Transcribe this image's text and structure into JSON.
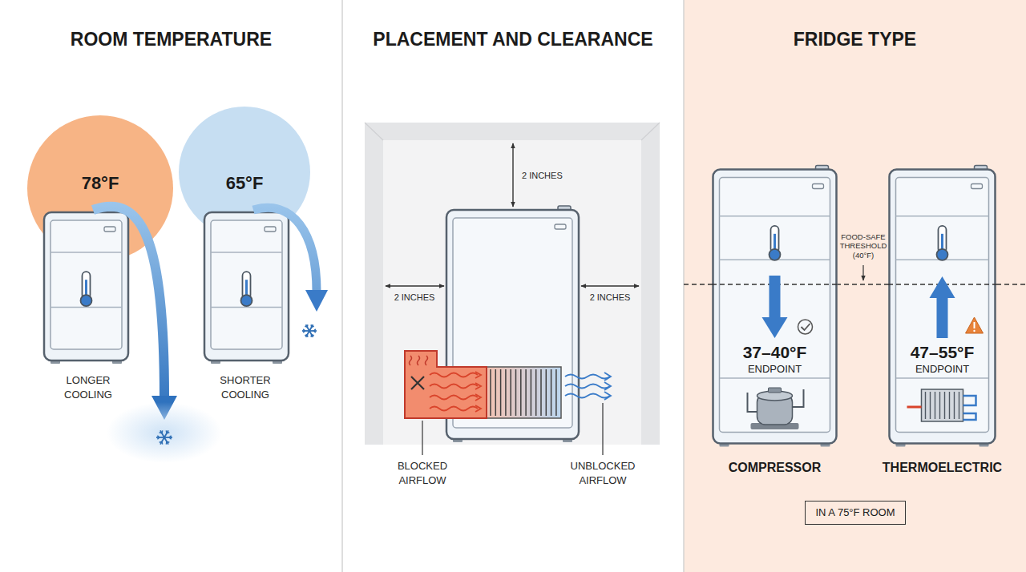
{
  "diagram": {
    "nodes": [
      {
        "text": [
          "ROOM TEMPERATURE"
        ]
      },
      {
        "text": [
          "PLACEMENT AND CLEARANCE"
        ]
      },
      {
        "text": [
          "FRIDGE TYPE"
        ]
      },
      {
        "text": [
          "78°F"
        ],
        "in": 0
      },
      {
        "text": [
          "65°F"
        ],
        "in": 0
      },
      {
        "text": [
          "37–40°F",
          "ENDPOINT",
          "COMPRESSOR"
        ],
        "in": 2
      },
      {
        "text": [
          "47–55°F",
          "ENDPOINT",
          "THERMOELECTRIC"
        ],
        "in": 2
      },
      {
        "text": [
          "IN A 75°F ROOM"
        ],
        "in": 2
      }
    ],
    "labels": [
      "LONGER COOLING",
      "SHORTER COOLING",
      "2 INCHES",
      "2 INCHES",
      "2 INCHES",
      "BLOCKED AIRFLOW",
      "UNBLOCKED AIRFLOW",
      "FOOD-SAFE THRESHOLD (40°F)"
    ]
  }
}
